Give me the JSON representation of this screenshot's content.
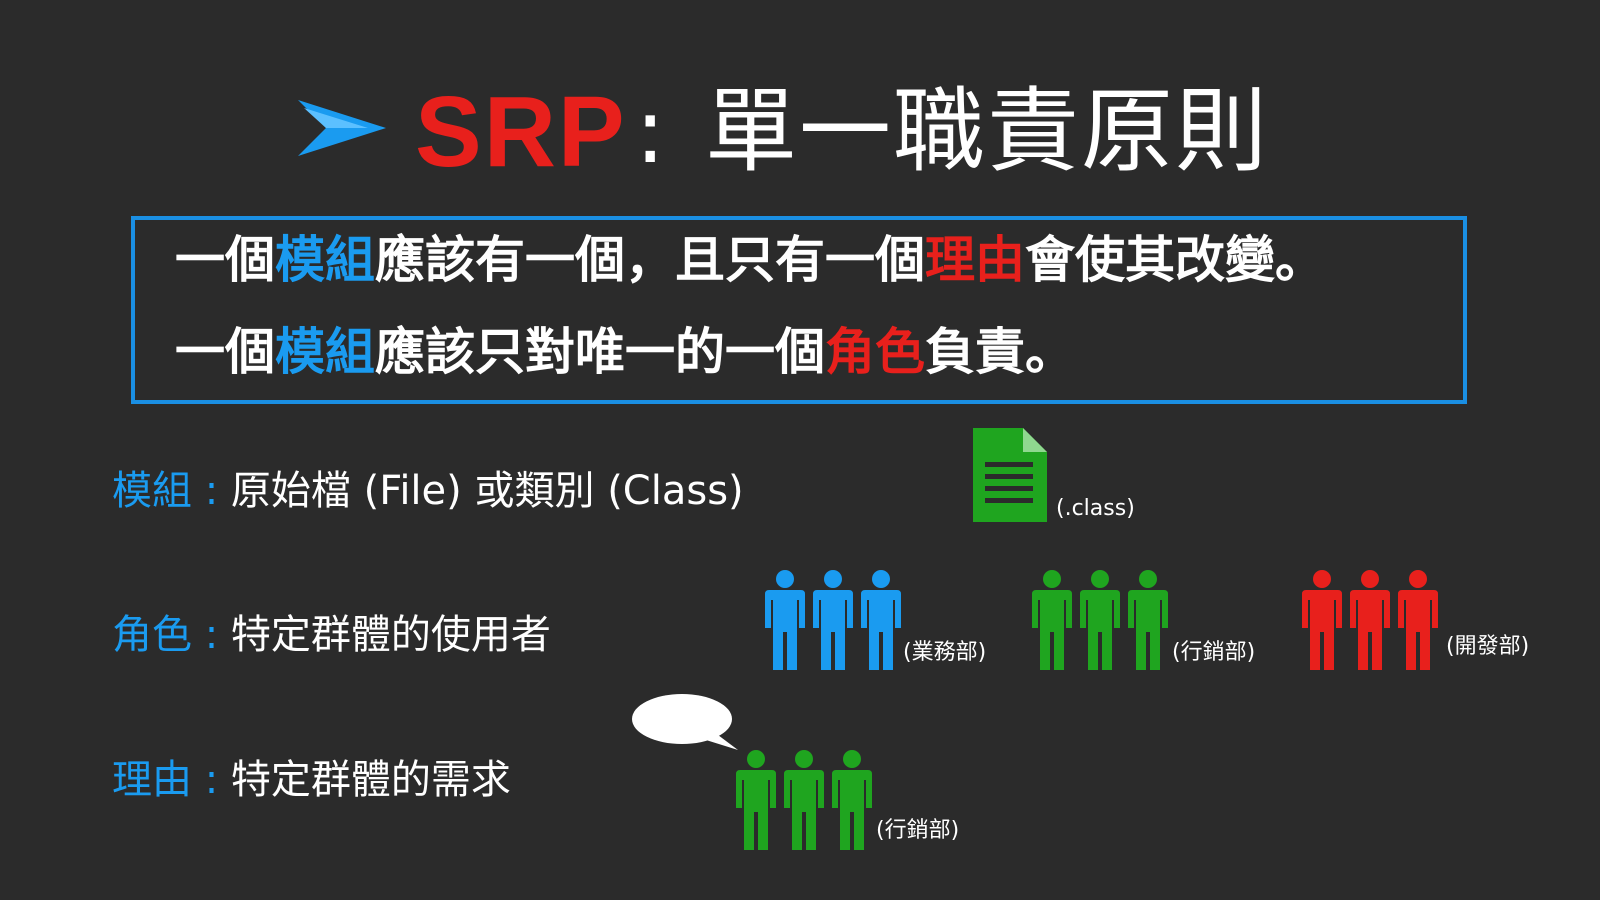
{
  "title": {
    "srp": "SRP",
    "colon": ":",
    "rest": "單一職責原則"
  },
  "definitions": {
    "line1": {
      "a": "一個",
      "b": "模組",
      "c": "應該有一個，且只有一個",
      "d": "理由",
      "e": "會使其改變。"
    },
    "line2": {
      "a": "一個",
      "b": "模組",
      "c": "應該只對唯一的一個",
      "d": "角色",
      "e": "負責。"
    }
  },
  "terms": {
    "module": {
      "key": "模組",
      "sep": " : ",
      "desc": "原始檔 (File) 或類別 (Class)"
    },
    "role": {
      "key": "角色",
      "sep": " : ",
      "desc": "特定群體的使用者"
    },
    "reason": {
      "key": "理由",
      "sep": " : ",
      "desc": "特定群體的需求"
    }
  },
  "labels": {
    "file": "(.class)",
    "group_business": "(業務部)",
    "group_marketing": "(行銷部)",
    "group_dev": "(開發部)",
    "group_reason": "(行銷部)"
  },
  "colors": {
    "background": "#2b2b2b",
    "blue": "#1a9bf0",
    "red": "#e8201c",
    "green": "#1fa51f",
    "box_border": "#1a8fe3"
  },
  "icons": {
    "title_arrow": "paper-plane-arrow-icon",
    "file": "document-icon",
    "people": "person-group-icon",
    "speech": "speech-bubble-icon"
  }
}
